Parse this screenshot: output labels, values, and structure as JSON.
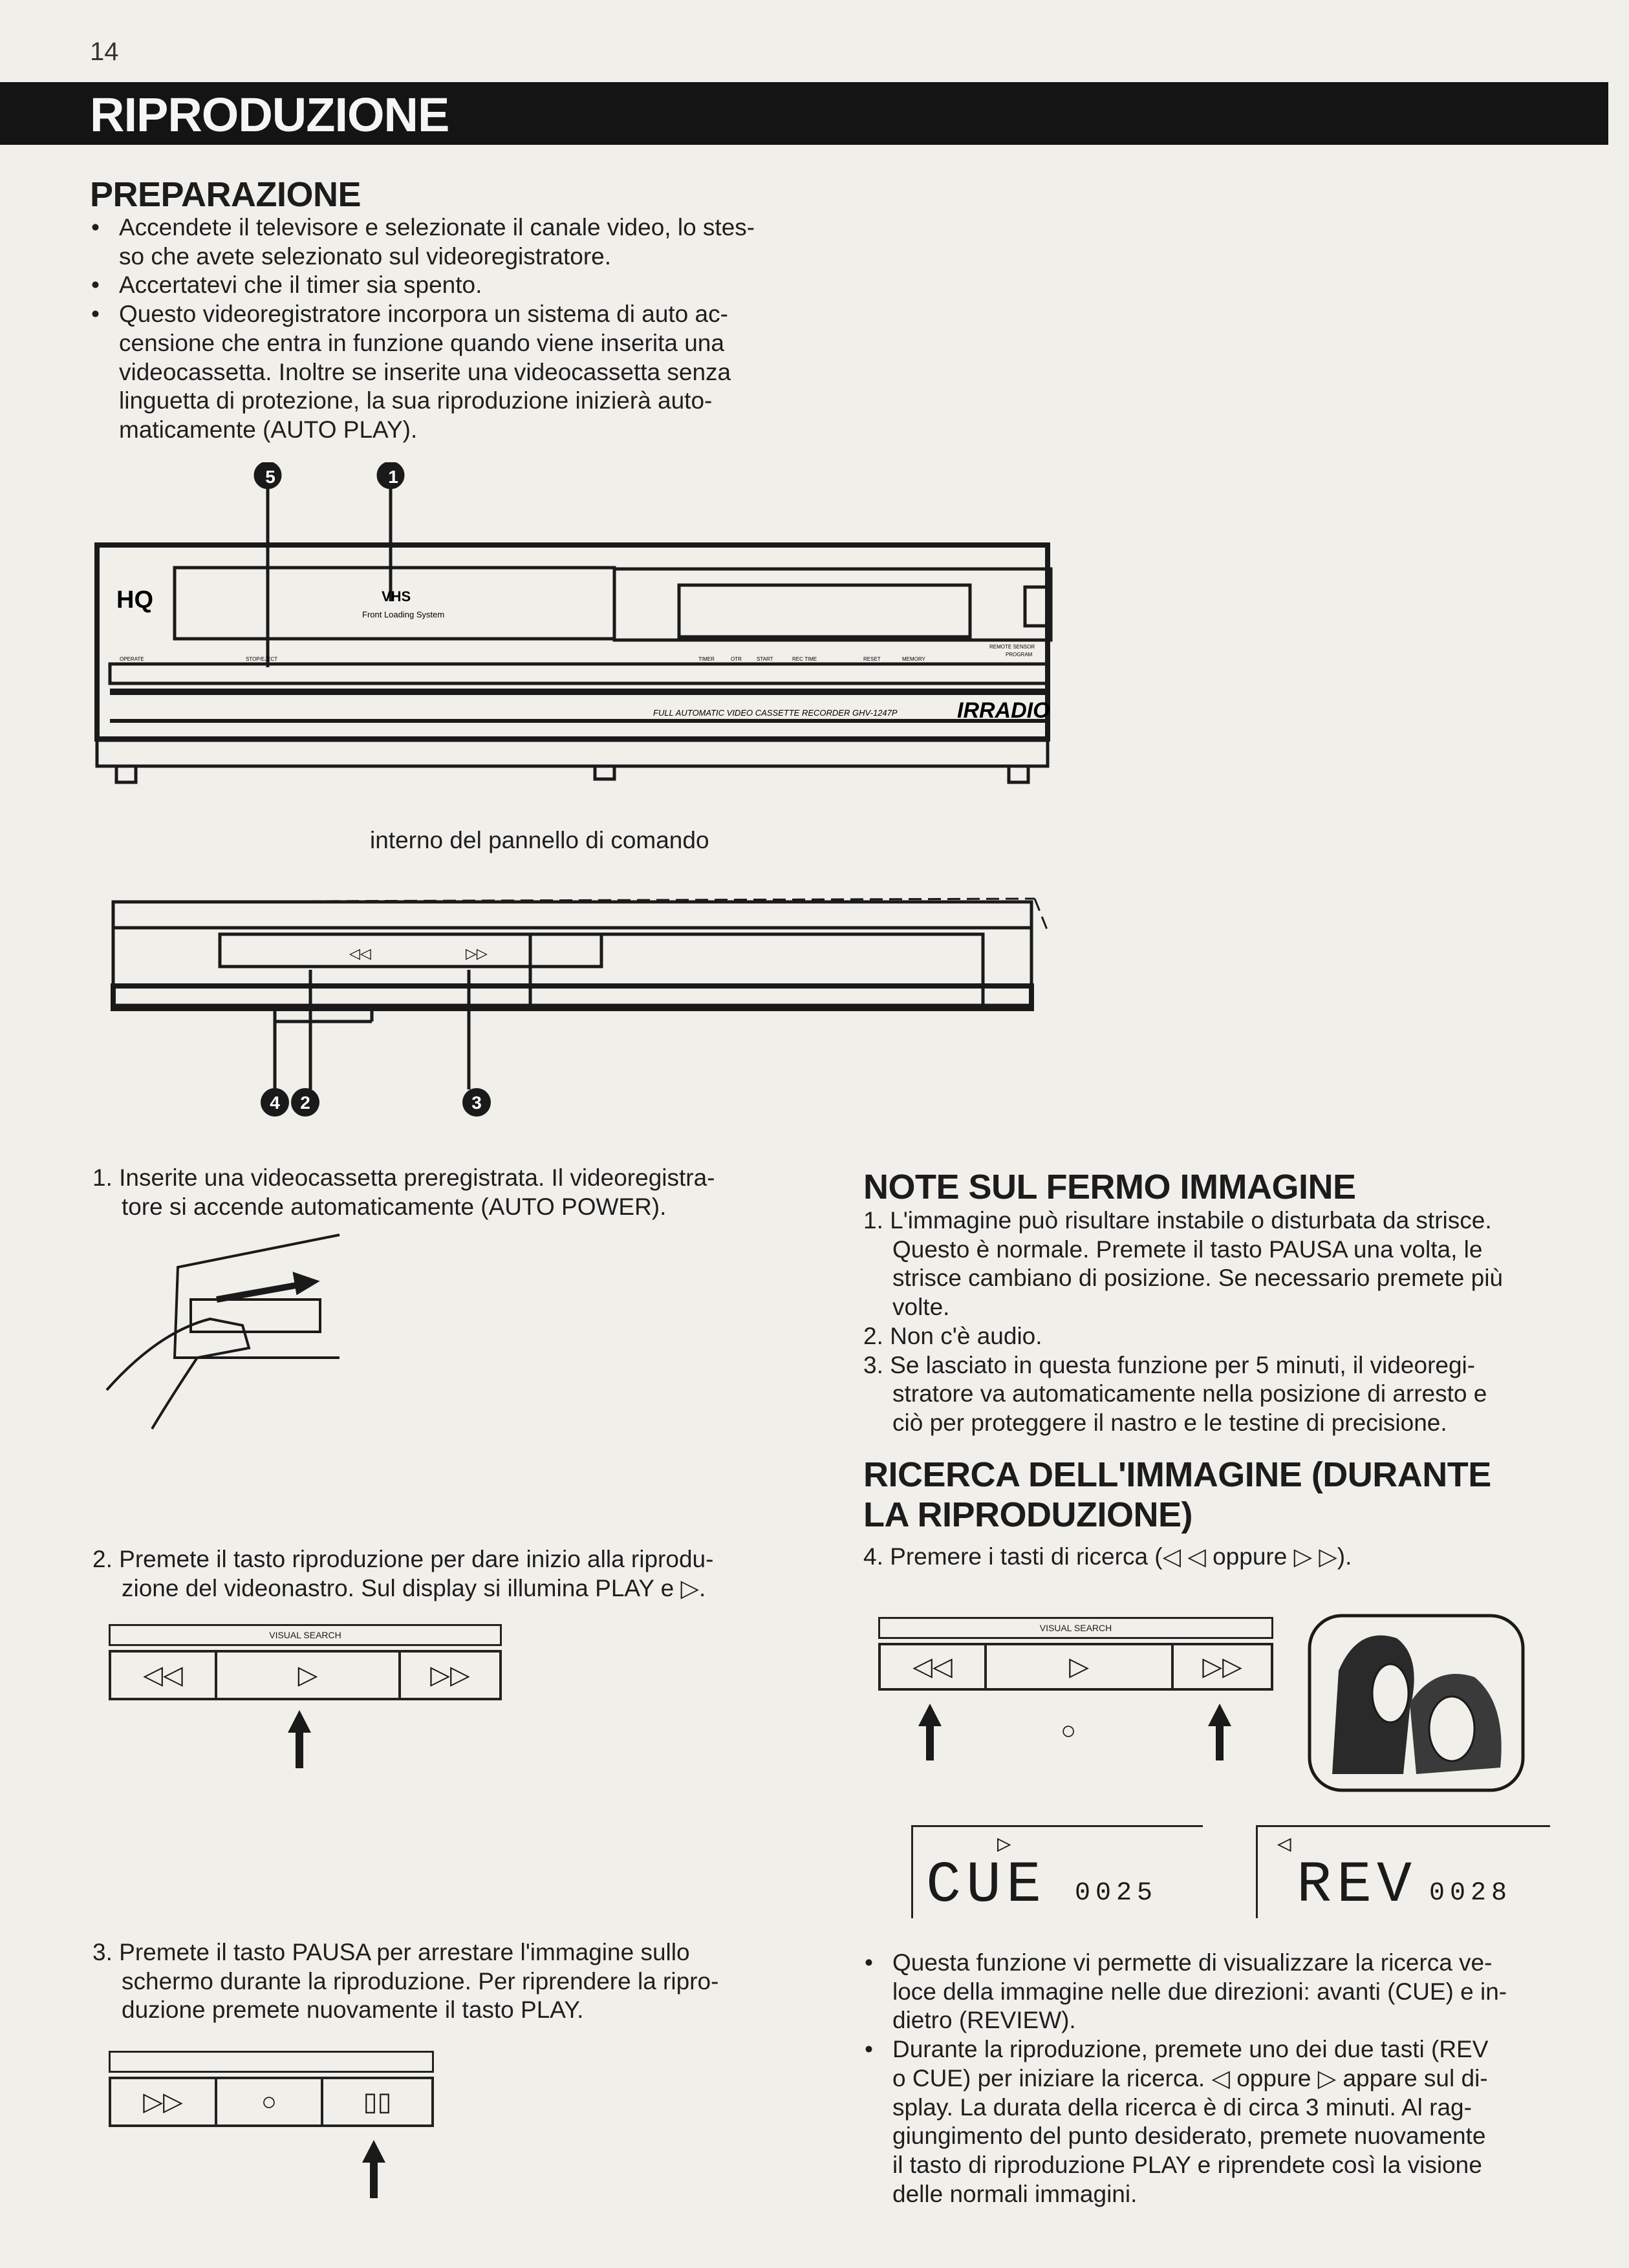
{
  "page_number": "14",
  "section_title": "RIPRODUZIONE",
  "preparazione": {
    "heading": "PREPARAZIONE",
    "bullets": [
      [
        "Accendete il televisore e selezionate il canale video, lo stes-",
        "so che avete selezionato sul videoregistratore."
      ],
      [
        "Accertatevi che il timer sia spento."
      ],
      [
        "Questo videoregistratore incorpora un sistema di auto ac-",
        "censione che entra in funzione quando viene inserita una",
        "videocassetta. Inoltre se inserite una videocassetta senza",
        "linguetta di protezione, la sua riproduzione inizierà auto-",
        "maticamente (AUTO PLAY)."
      ]
    ]
  },
  "vcr": {
    "callouts": [
      "5",
      "1"
    ],
    "hq": "HQ",
    "vhs": "VHS",
    "front_loading": "Front Loading System",
    "remote_sensor": "REMOTE SENSOR",
    "operate": "OPERATE",
    "stop_eject": "STOP/EJECT",
    "timer": "TIMER",
    "otr": "OTR",
    "start": "START",
    "rec_time": "REC TIME",
    "reset": "RESET",
    "memory": "MEMORY",
    "program": "PROGRAM",
    "model": "FULL AUTOMATIC VIDEO CASSETTE RECORDER GHV-1247P",
    "logo": "IRRADIO"
  },
  "panel": {
    "caption": "interno del pannello di comando",
    "callouts": [
      "4",
      "2",
      "3"
    ]
  },
  "steps": [
    [
      "1. Inserite una videocassetta preregistrata. Il videoregistra-",
      "tore si accende automaticamente (AUTO POWER)."
    ],
    [
      "2. Premete il tasto riproduzione per dare inizio alla riprodu-",
      "zione del videonastro. Sul display si illumina PLAY e ▷."
    ],
    [
      "3. Premete il tasto PAUSA per arrestare l'immagine sullo",
      "schermo durante la riproduzione. Per riprendere la ripro-",
      "duzione premete nuovamente il tasto PLAY."
    ]
  ],
  "buttons": {
    "visual_search": "VISUAL SEARCH",
    "rew": "◁◁",
    "play": "▷",
    "ff": "▷▷",
    "stop": "○",
    "pause": "▯▯"
  },
  "note": {
    "heading": "NOTE SUL FERMO IMMAGINE",
    "items": [
      [
        "1. L'immagine può risultare instabile o disturbata da strisce.",
        "Questo è normale. Premete il tasto PAUSA una volta, le",
        "strisce cambiano di posizione. Se necessario premete più",
        "volte."
      ],
      [
        "2. Non c'è audio."
      ],
      [
        "3. Se lasciato in questa funzione per 5 minuti, il videoregi-",
        "stratore va automaticamente nella posizione di arresto e",
        "ciò per proteggere il nastro e le testine di precisione."
      ]
    ]
  },
  "ricerca": {
    "heading": [
      "RICERCA DELL'IMMAGINE (DURANTE",
      "LA RIPRODUZIONE)"
    ],
    "step": "4. Premere i tasti di ricerca (◁  ◁ oppure ▷  ▷).",
    "lcd_cue": {
      "mode": "CUE",
      "counter": "0025"
    },
    "lcd_rev": {
      "mode": "REV",
      "counter": "0028"
    },
    "bullets": [
      [
        "Questa funzione vi permette di visualizzare la ricerca ve-",
        "loce della immagine nelle due direzioni: avanti (CUE) e in-",
        "dietro (REVIEW)."
      ],
      [
        "Durante la riproduzione, premete uno dei due tasti (REV",
        "o CUE) per iniziare la ricerca. ◁ oppure ▷ appare sul di-",
        "splay. La durata della ricerca è di circa 3 minuti. Al rag-",
        "giungimento del punto desiderato, premete nuovamente",
        "il tasto di riproduzione PLAY e riprendete così la visione",
        "delle normali immagini."
      ]
    ]
  }
}
